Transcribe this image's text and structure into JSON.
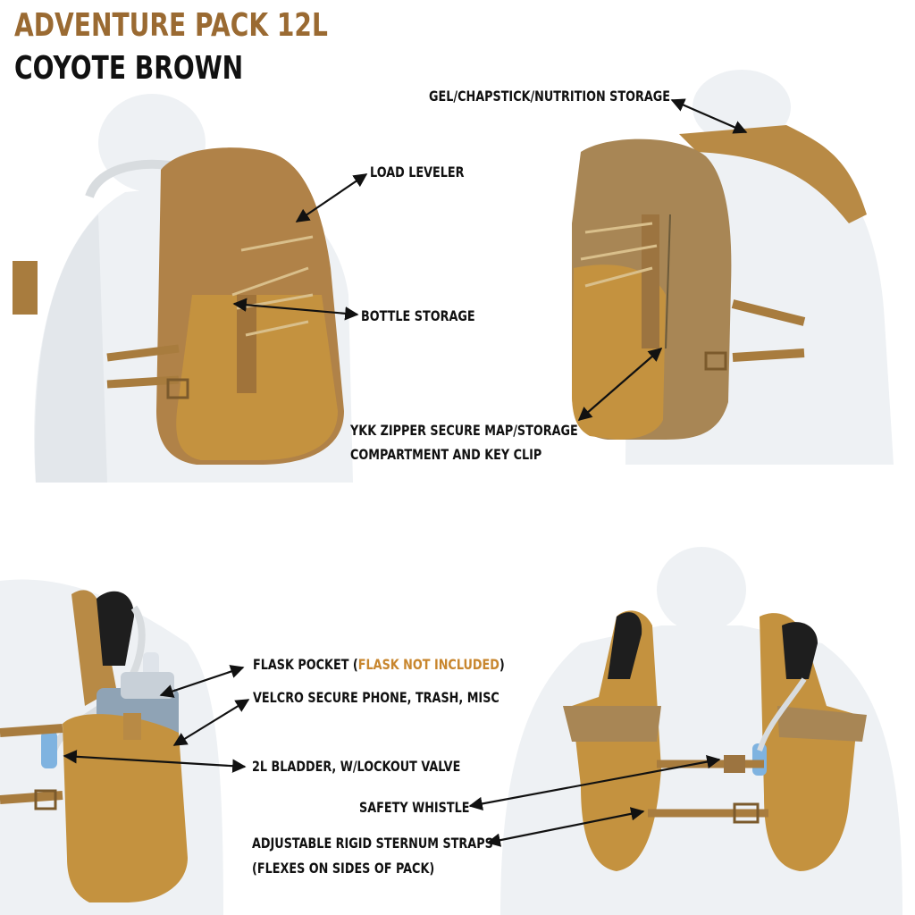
{
  "title": {
    "line1": "ADVENTURE PACK 12L",
    "line2": "COYOTE BROWN"
  },
  "colors": {
    "title_accent": "#9a6a32",
    "pack_coyote": "#b88a45",
    "pack_light": "#c99a50",
    "mannequin": "#eef1f4",
    "shoulder_pad": "#1e1e1e",
    "flask_not_included": "#c8862e"
  },
  "callouts": {
    "load_leveler": "LOAD LEVELER",
    "bottle_storage": "BOTTLE STORAGE",
    "gel_storage": "GEL/CHAPSTICK/NUTRITION STORAGE",
    "ykk_line1": "YKK ZIPPER SECURE MAP/STORAGE",
    "ykk_line2": "COMPARTMENT  AND KEY CLIP",
    "flask_prefix": "FLASK POCKET (",
    "flask_note": "FLASK NOT INCLUDED",
    "flask_suffix": ")",
    "velcro": "VELCRO SECURE PHONE, TRASH, MISC",
    "bladder": "2L BLADDER, W/LOCKOUT VALVE",
    "whistle": "SAFETY WHISTLE",
    "sternum_line1": "ADJUSTABLE RIGID STERNUM STRAPS",
    "sternum_line2": "(FLEXES ON SIDES OF PACK)"
  }
}
